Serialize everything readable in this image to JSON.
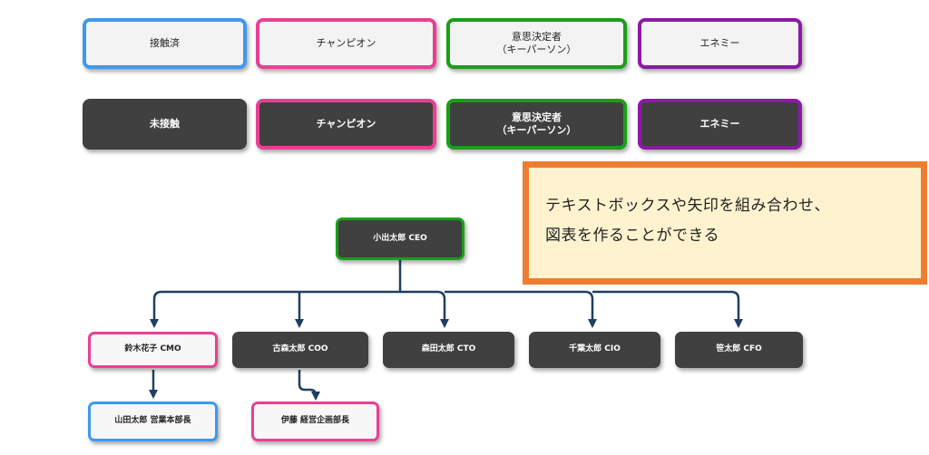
{
  "legend_light": {
    "contacted": "接触済",
    "champion": "チャンピオン",
    "decision_maker": "意思決定者\n（キーパーソン）",
    "enemy": "エネミー"
  },
  "legend_dark": {
    "not_contacted": "未接触",
    "champion": "チャンピオン",
    "decision_maker": "意思決定者\n（キーパーソン）",
    "enemy": "エネミー"
  },
  "callout": {
    "line1": "テキストボックスや矢印を組み合わせ、",
    "line2": "図表を作ることができる"
  },
  "org": {
    "ceo": "小出太郎 CEO",
    "cmo": "鈴木花子 CMO",
    "coo": "古森太郎 COO",
    "cto": "森田太郎 CTO",
    "cio": "千葉太郎 CIO",
    "cfo": "笹太郎 CFO",
    "sales_head": "山田太郎 営業本部長",
    "planning_head": "伊藤 経営企画部長"
  },
  "colors": {
    "contacted_border": "#3d99ee",
    "champion_border": "#ea3f94",
    "decision_maker_border": "#18a018",
    "enemy_border": "#8d19a5",
    "not_contacted_fill": "#404040",
    "connector": "#1f3f60",
    "callout_border": "#ed7d31",
    "callout_fill": "#fff3cf"
  }
}
